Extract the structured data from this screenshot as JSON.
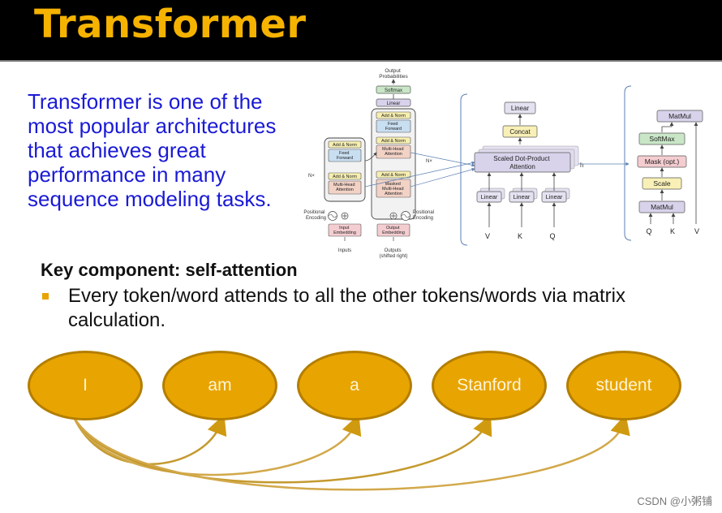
{
  "title": "Transformer",
  "intro_text": "Transformer is one of the most popular architectures that achieves great performance in many sequence modeling tasks.",
  "diagram": {
    "model": {
      "output_probabilities": [
        "Output",
        "Probabilities"
      ],
      "softmax": "Softmax",
      "linear": "Linear",
      "add_norm": [
        "Add & Norm"
      ],
      "feed_forward": [
        "Feed",
        "Forward"
      ],
      "multi_head_attention": [
        "Multi-Head",
        "Attention"
      ],
      "masked_multi_head_attention": [
        "Masked",
        "Multi-Head",
        "Attention"
      ],
      "nx": "N×",
      "positional_encoding": [
        "Positional",
        "Encoding"
      ],
      "input_embedding": [
        "Input",
        "Embedding"
      ],
      "output_embedding": [
        "Output",
        "Embedding"
      ],
      "inputs": "Inputs",
      "outputs": [
        "Outputs",
        "(shifted right)"
      ]
    },
    "multihead": {
      "linear": "Linear",
      "concat": "Concat",
      "sdpa": [
        "Scaled Dot-Product",
        "Attention"
      ],
      "h": "h",
      "inputs": [
        "V",
        "K",
        "Q"
      ]
    },
    "sdpa": {
      "matmul": "MatMul",
      "softmax": "SoftMax",
      "mask": "Mask (opt.)",
      "scale": "Scale",
      "inputs": [
        "Q",
        "K",
        "V"
      ]
    }
  },
  "key_component": "Key component: self-attention",
  "bullet": "Every token/word attends to all the other tokens/words via matrix calculation.",
  "tokens": [
    "I",
    "am",
    "a",
    "Stanford",
    "student"
  ],
  "colors": {
    "accent": "#f5b300",
    "token_fill": "#e8a400",
    "intro_text": "#1a1ad6"
  },
  "watermark": "CSDN @小粥铺"
}
